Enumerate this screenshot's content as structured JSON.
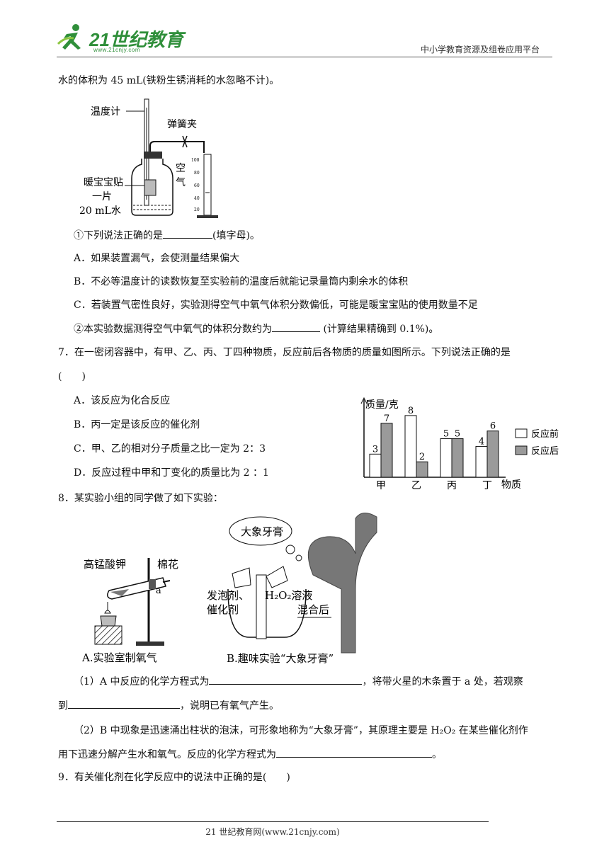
{
  "header": {
    "logo_text": "21世纪教育",
    "logo_url": "www.21cnjy.com",
    "right_text": "中小学教育资源及组卷应用平台"
  },
  "q6_cont": {
    "line1": "水的体积为 45 mL(铁粉生锈消耗的水忽略不计)。",
    "figure": {
      "thermometer": "温度计",
      "clamp": "弹簧夹",
      "air": "空气",
      "warm_pack_1": "暖宝宝贴",
      "warm_pack_2": "一片",
      "water": "20 mL水",
      "scale_ticks": [
        "100",
        "80",
        "60",
        "40",
        "20"
      ]
    },
    "sub1_pre": "①下列说法正确的是",
    "sub1_post": "(填字母)。",
    "optA": "A．如果装置漏气，会使测量结果偏大",
    "optB": "B．不必等温度计的读数恢复至实验前的温度后就能记录量筒内剩余水的体积",
    "optC": "C．若装置气密性良好，实验测得空气中氧气体积分数偏低，可能是暖宝宝贴的使用数量不足",
    "sub2_pre": "②本实验数据测得空气中氧气的体积分数约为",
    "sub2_post": " (计算结果精确到 0.1%)。"
  },
  "q7": {
    "stem1": "7．在一密闭容器中，有甲、乙、丙、丁四种物质，反应前后各物质的质量如图所示。下列说法正确的是",
    "stem2": "(　　)",
    "optA": "A．该反应为化合反应",
    "optB": "B．丙一定是该反应的催化剂",
    "optC": "C．甲、乙的相对分子质量之比一定为 2：3",
    "optD": "D．反应过程中甲和丁变化的质量比为 2 ：1"
  },
  "chart_data": {
    "type": "bar",
    "ylabel": "质量/克",
    "xlabel": "物质",
    "categories": [
      "甲",
      "乙",
      "丙",
      "丁"
    ],
    "series": [
      {
        "name": "反应前",
        "values": [
          3,
          8,
          5,
          4
        ],
        "color": "#ffffff"
      },
      {
        "name": "反应后",
        "values": [
          7,
          2,
          5,
          6
        ],
        "color": "#9a9a9a"
      }
    ],
    "ylim": [
      0,
      9
    ],
    "legend": "right"
  },
  "q8": {
    "stem": "8．某实验小组的同学做了如下实验：",
    "figA": {
      "kmno4": "高锰酸钾",
      "cotton": "棉花",
      "mark_a": "a",
      "caption": "A.实验室制氧气"
    },
    "figB": {
      "bubble": "大象牙膏",
      "foaming": "发泡剂、",
      "catalyst": "催化剂",
      "h2o2": "H₂O₂溶液",
      "mixed": "混合后",
      "caption": "B.趣味实验“大象牙膏”"
    },
    "p1_pre": "（1）A 中反应的化学方程式为",
    "p1_mid": "，将带火星的木条置于 a 处，若观察",
    "p1_line2_pre": "到",
    "p1_line2_post": "，说明已有氧气产生。",
    "p2_line1": "（2）B 中现象是迅速涌出柱状的泡沫，可形象地称为“大象牙膏”，其原理主要是 H₂O₂ 在某些催化剂作",
    "p2_line2_pre": "用下迅速分解产生水和氧气。反应的化学方程式为",
    "p2_line2_post": "。"
  },
  "q9": {
    "stem": "9．有关催化剂在化学反应中的说法中正确的是(　　)"
  },
  "footer": {
    "text": "21 世纪教育网(www.21cnjy.com)"
  }
}
